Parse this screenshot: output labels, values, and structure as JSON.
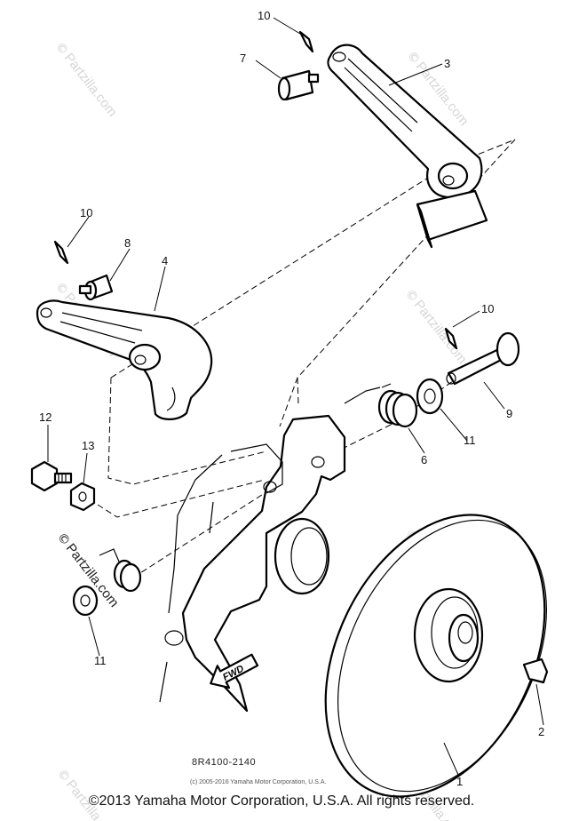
{
  "diagram": {
    "part_numbers": {
      "p1": "1",
      "p2": "2",
      "p3": "3",
      "p4": "4",
      "p6": "6",
      "p7": "7",
      "p8": "8",
      "p9": "9",
      "p10": "10",
      "p11": "11",
      "p12": "12",
      "p13": "13"
    },
    "fwd_label": "FWD",
    "drawing_code": "8R4100-2140",
    "small_copyright": "(c) 2005-2016 Yamaha Motor Corporation, U.S.A.",
    "watermark_text": "Partzilla.com",
    "watermark_symbol": "©"
  },
  "footer": {
    "copyright": "©2013 Yamaha Motor Corporation, U.S.A. All rights reserved."
  }
}
